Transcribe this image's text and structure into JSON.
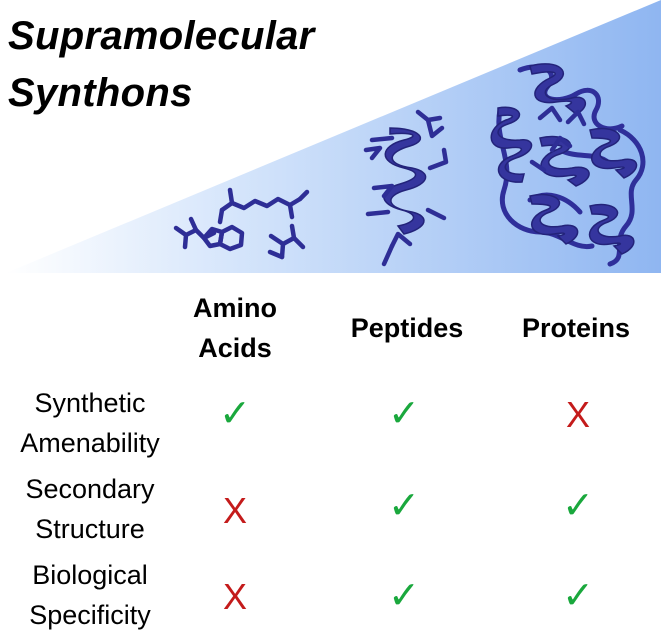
{
  "title": {
    "line1": "Supramolecular",
    "line2": "Synthons"
  },
  "columns": [
    {
      "line1": "Amino",
      "line2": "Acids"
    },
    {
      "line1": "Peptides",
      "line2": ""
    },
    {
      "line1": "Proteins",
      "line2": ""
    }
  ],
  "rows": [
    {
      "line1": "Synthetic",
      "line2": "Amenability",
      "marks": [
        "✓",
        "✓",
        "X"
      ]
    },
    {
      "line1": "Secondary",
      "line2": "Structure",
      "marks": [
        "X",
        "✓",
        "✓"
      ]
    },
    {
      "line1": "Biological",
      "line2": "Specificity",
      "marks": [
        "X",
        "✓",
        "✓"
      ]
    }
  ],
  "colors": {
    "wedge_dark": "#8fb6f1",
    "wedge_light": "#ffffff",
    "molecule": "#35359e",
    "check": "#1aa83d",
    "cross": "#c41b1b"
  }
}
